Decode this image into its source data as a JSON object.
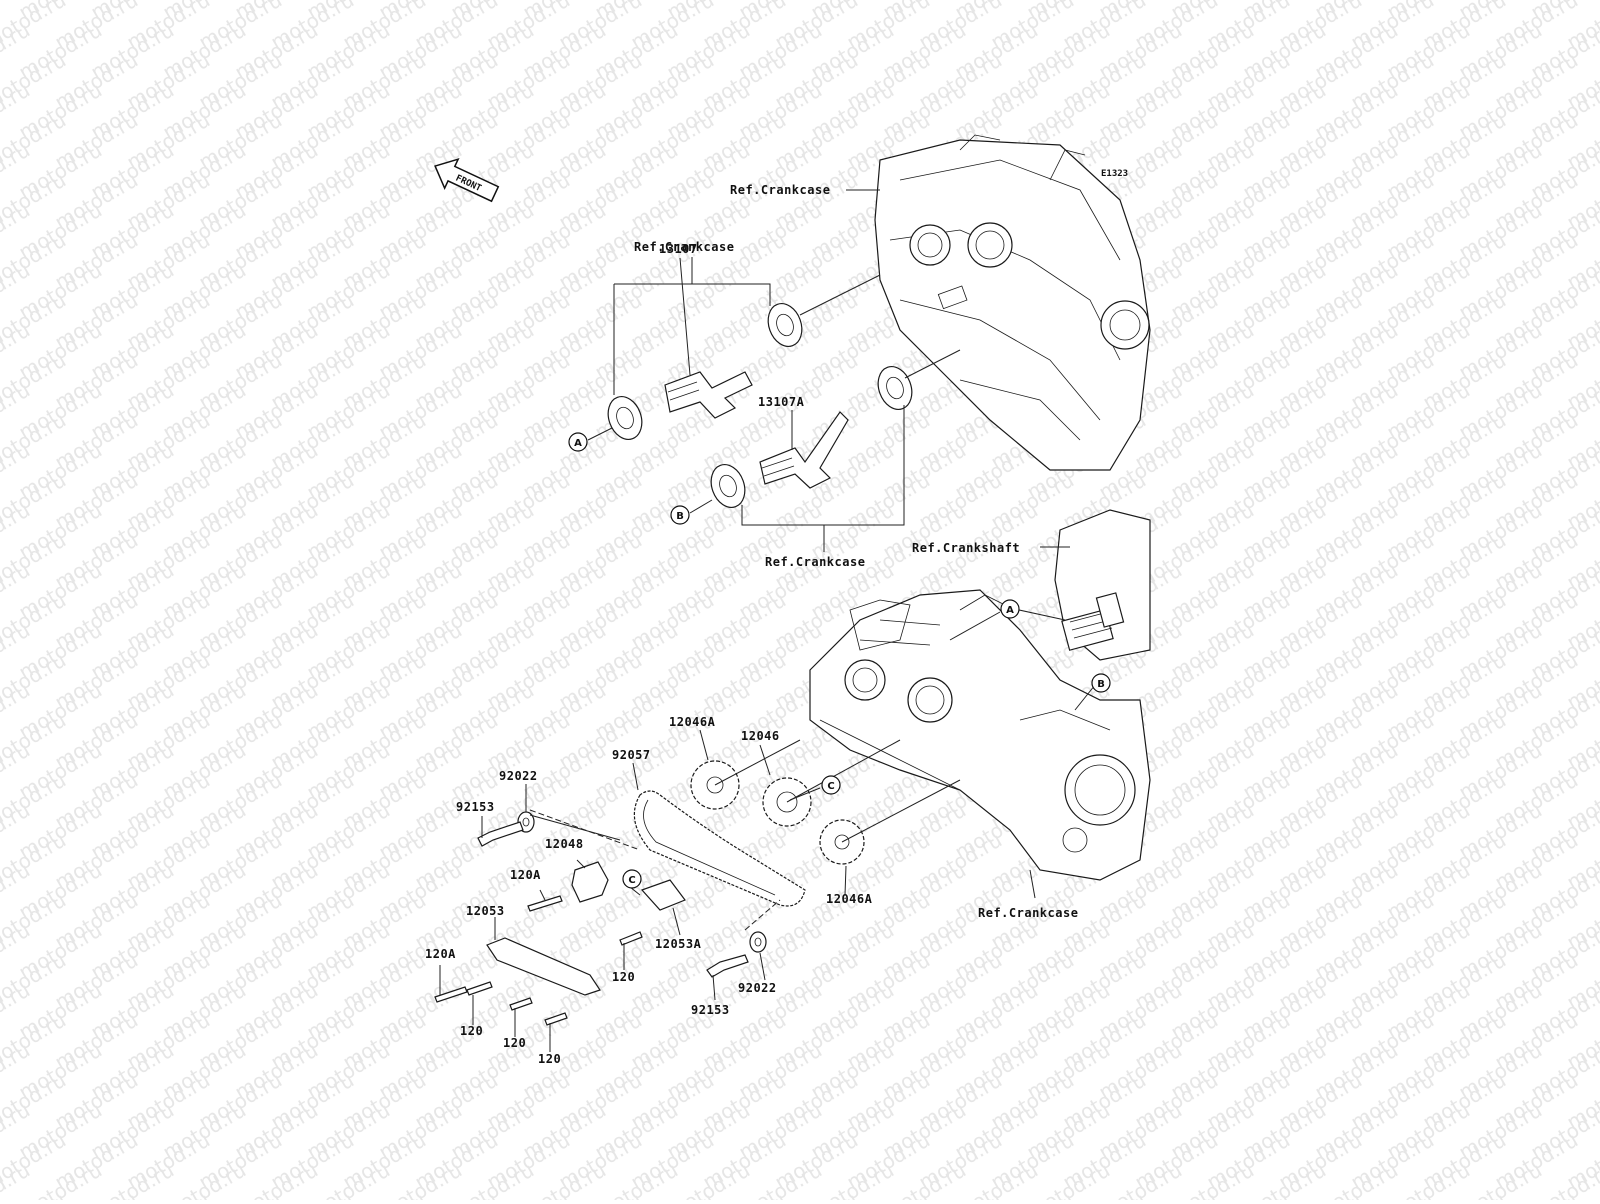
{
  "diagram_code": "E1323",
  "front_arrow_label": "FRONT",
  "watermark_text": "motod.ru",
  "reference_labels": {
    "crankcase_top": "Ref.Crankcase",
    "crankcase_upper_left": "Ref.Crankcase",
    "crankcase_mid": "Ref.Crankcase",
    "crankshaft": "Ref.Crankshaft",
    "crankcase_bottom": "Ref.Crankcase"
  },
  "callout_letters": {
    "a1": "A",
    "b1": "B",
    "a2": "A",
    "b2": "B",
    "c1": "C",
    "c2": "C"
  },
  "part_numbers": {
    "p13107": "13107",
    "p13107a": "13107A",
    "p12046a_top": "12046A",
    "p12046": "12046",
    "p92057": "92057",
    "p92022_top": "92022",
    "p92153_top": "92153",
    "p12048": "12048",
    "p120a_top": "120A",
    "p12053": "12053",
    "p120a_left": "120A",
    "p120_a": "120",
    "p120_b": "120",
    "p120_c": "120",
    "p120_d": "120",
    "p12053a": "12053A",
    "p92153_bottom": "92153",
    "p92022_bottom": "92022",
    "p12046a_bottom": "12046A"
  }
}
